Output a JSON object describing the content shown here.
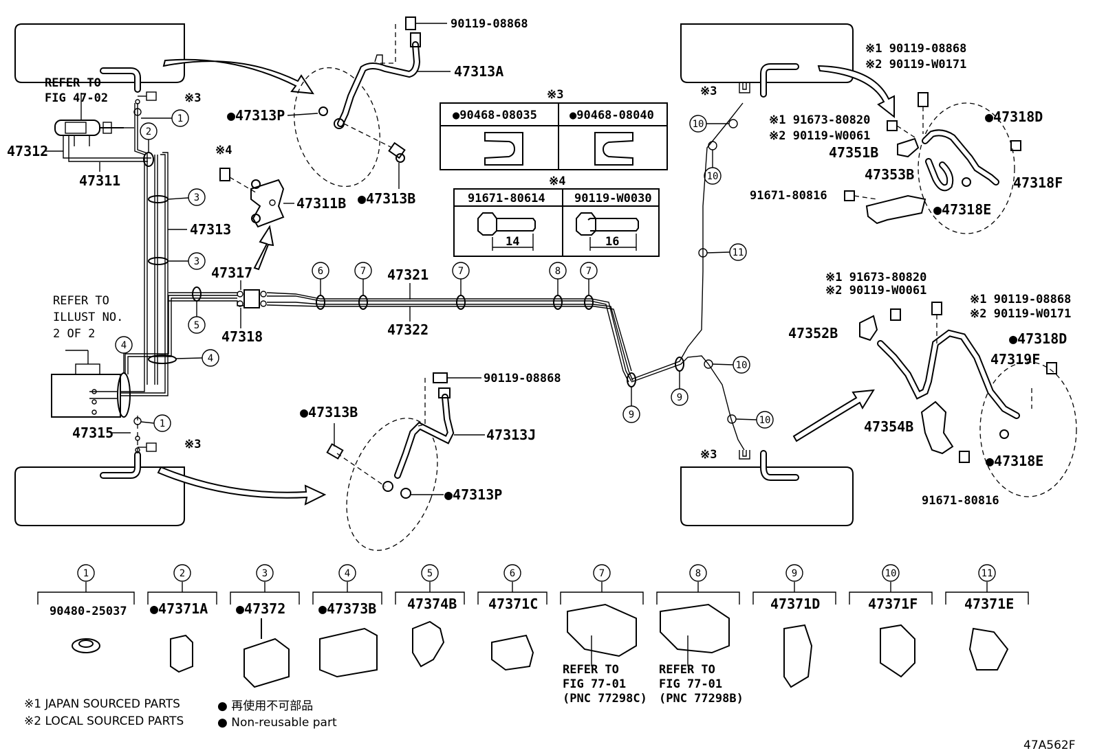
{
  "diagram_id": "47A562F",
  "refs": {
    "refer_fig_47_02": [
      "REFER TO",
      "FIG 47-02"
    ],
    "refer_illust": [
      "REFER TO",
      "ILLUST NO.",
      "2 OF 2"
    ],
    "refer_fig_77_01_c": [
      "REFER TO",
      "FIG 77-01",
      "(PNC 77298C)"
    ],
    "refer_fig_77_01_b": [
      "REFER TO",
      "FIG 77-01",
      "(PNC 77298B)"
    ]
  },
  "labels": {
    "p47312": "47312",
    "p47311": "47311",
    "p47313": "47313",
    "p47315": "47315",
    "p47317": "47317",
    "p47318": "47318",
    "p47321": "47321",
    "p47322": "47322",
    "p47311B": "47311B",
    "p47313A": "47313A",
    "p47313J": "47313J",
    "p47313P_top": "●47313P",
    "p47313B_top": "●47313B",
    "p47313B_bot": "●47313B",
    "p47313P_bot": "●47313P",
    "p90119_08868_top": "90119-08868",
    "p90119_08868_mid": "90119-08868",
    "note3_top": "※3",
    "note3_bot": "※3",
    "note4_bolt": "※4",
    "note3_tr": "※3",
    "note3_br": "※3",
    "p47351B": "47351B",
    "p47353B": "47353B",
    "p47318D_top": "●47318D",
    "p47318F": "47318F",
    "p47318E_top": "●47318E",
    "p91671_80816_top": "91671-80816",
    "tr_bolt1": "※1 90119-08868",
    "tr_bolt2": "※2 90119-W0171",
    "tr_bolt3": "※1 91673-80820",
    "tr_bolt4": "※2 90119-W0061",
    "p47352B": "47352B",
    "p47354B": "47354B",
    "p47319F": "47319F",
    "p47318D_bot": "●47318D",
    "p47318E_bot": "●47318E",
    "p91671_80816_bot": "91671-80816",
    "br_bolt1": "※1 91673-80820",
    "br_bolt2": "※2 90119-W0061",
    "br_bolt3": "※1 90119-08868",
    "br_bolt4": "※2 90119-W0171"
  },
  "table3": {
    "title": "※3",
    "col1": "●90468-08035",
    "col2": "●90468-08040"
  },
  "table4": {
    "title": "※4",
    "col1": "91671-80614",
    "col2": "90119-W0030",
    "dim1": "14",
    "dim2": "16"
  },
  "callouts": [
    "1",
    "2",
    "3",
    "3",
    "4",
    "4",
    "5",
    "6",
    "7",
    "7",
    "8",
    "7",
    "9",
    "9",
    "10",
    "10",
    "10",
    "10",
    "11",
    "1"
  ],
  "legend_parts": [
    {
      "num": "1",
      "part": "90480-25037"
    },
    {
      "num": "2",
      "part": "●47371A"
    },
    {
      "num": "3",
      "part": "●47372"
    },
    {
      "num": "4",
      "part": "●47373B"
    },
    {
      "num": "5",
      "part": "47374B"
    },
    {
      "num": "6",
      "part": "47371C"
    },
    {
      "num": "7",
      "part": ""
    },
    {
      "num": "8",
      "part": ""
    },
    {
      "num": "9",
      "part": "47371D"
    },
    {
      "num": "10",
      "part": "47371F"
    },
    {
      "num": "11",
      "part": "47371E"
    }
  ],
  "notes": {
    "n1": "※1 JAPAN SOURCED PARTS",
    "n2": "※2 LOCAL SOURCED PARTS",
    "n3": "● 再使用不可部品",
    "n4": "● Non-reusable part"
  }
}
